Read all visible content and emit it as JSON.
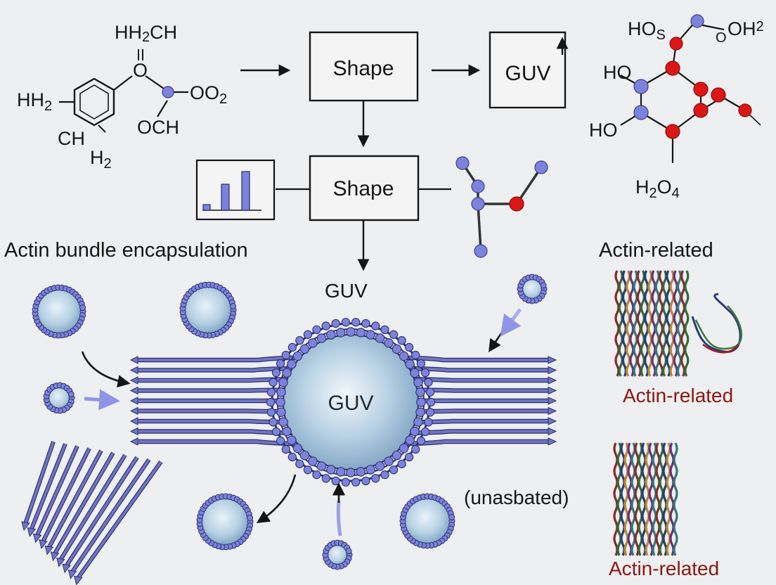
{
  "molecule_left": {
    "top": "HH2CH",
    "top_main": "HH",
    "top_sub": "2",
    "top_tail": "CH",
    "o_atom": "O",
    "left": "HH2",
    "left_main": "HH",
    "left_sub": "2",
    "right": "OO2",
    "right_main": "OO",
    "right_sub": "2",
    "och": "OCH",
    "bottom_ch": "CH",
    "bottom_h": "H",
    "bottom_sub": "2"
  },
  "molecule_right": {
    "ho_top": "HO",
    "ho_top_s": "S",
    "oh2": "OH",
    "oh2_sub": "2",
    "o_small": "O",
    "ho_mid": "HO",
    "ho_low": "HO",
    "h2o4_h": "H",
    "h2o4_sub1": "2",
    "h2o4_o": "O",
    "h2o4_sub2": "4"
  },
  "flow": {
    "box1": "Shape",
    "box2": "GUV",
    "box3": "Shape"
  },
  "labels": {
    "actin_bundle": "Actin bundle encapsulation",
    "guv_top": "GUV",
    "guv_center": "GUV",
    "actin_related_top": "Actin-related",
    "actin_related_mid": "Actin-related",
    "actin_related_bottom": "Actin-related",
    "unasbated": "(unasbated)"
  },
  "colors": {
    "blue_atom": "#7c83dc",
    "red_atom": "#dc1616",
    "vesicle": "#a9c6dc",
    "filament": "#6f74c4"
  }
}
